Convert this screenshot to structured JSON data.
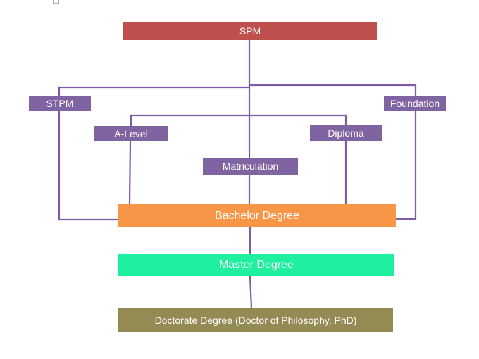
{
  "diagram": {
    "nodes": {
      "spm": "SPM",
      "stpm": "STPM",
      "foundation": "Foundation",
      "a_level": "A-Level",
      "diploma": "Diploma",
      "matriculation": "Matriculation",
      "bachelor": "Bachelor Degree",
      "master": "Master Degree",
      "doctorate": "Doctorate Degree (Doctor of Philosophy, PhD)"
    },
    "colors": {
      "spm": "#c0504d",
      "pathway": "#8064a2",
      "connector": "#7e5ba6",
      "bachelor": "#f79646",
      "master": "#1ef0a0",
      "doctorate": "#948a54"
    },
    "edges": [
      [
        "SPM",
        "STPM"
      ],
      [
        "SPM",
        "Foundation"
      ],
      [
        "SPM",
        "A-Level"
      ],
      [
        "SPM",
        "Diploma"
      ],
      [
        "SPM",
        "Matriculation"
      ],
      [
        "STPM",
        "Bachelor Degree"
      ],
      [
        "Foundation",
        "Bachelor Degree"
      ],
      [
        "A-Level",
        "Bachelor Degree"
      ],
      [
        "Diploma",
        "Bachelor Degree"
      ],
      [
        "Matriculation",
        "Bachelor Degree"
      ],
      [
        "Bachelor Degree",
        "Master Degree"
      ],
      [
        "Master Degree",
        "Doctorate Degree (Doctor of Philosophy, PhD)"
      ]
    ]
  }
}
